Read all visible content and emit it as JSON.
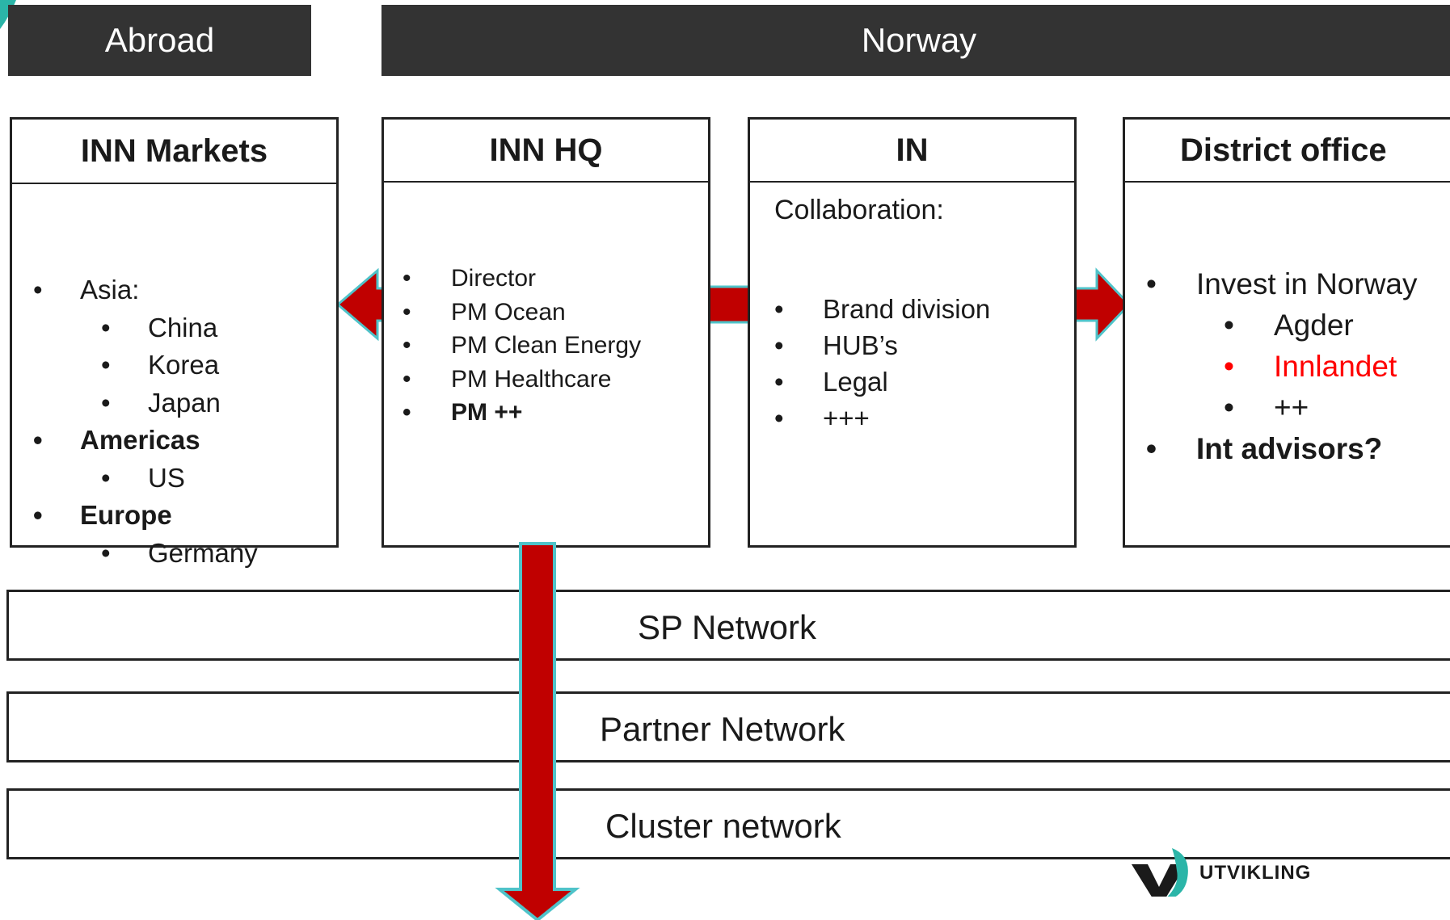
{
  "bands": {
    "abroad": "Abroad",
    "norway": "Norway"
  },
  "cards": {
    "markets": {
      "title": "INN Markets",
      "items": [
        {
          "text": "Asia:",
          "level": 0,
          "bold": false
        },
        {
          "text": "China",
          "level": 1,
          "bold": false
        },
        {
          "text": "Korea",
          "level": 1,
          "bold": false
        },
        {
          "text": "Japan",
          "level": 1,
          "bold": false
        },
        {
          "text": "Americas",
          "level": 0,
          "bold": true
        },
        {
          "text": "US",
          "level": 1,
          "bold": false
        },
        {
          "text": "Europe",
          "level": 0,
          "bold": true
        },
        {
          "text": "Germany",
          "level": 1,
          "bold": false
        }
      ]
    },
    "hq": {
      "title": "INN HQ",
      "items": [
        "Director",
        "PM Ocean",
        "PM Clean Energy",
        "PM Healthcare",
        "PM ++"
      ]
    },
    "in": {
      "title": "IN",
      "intro": "Collaboration:",
      "items": [
        "Brand division",
        "HUB’s",
        "Legal",
        "+++"
      ]
    },
    "district": {
      "title": "District office",
      "items": [
        {
          "text": "Invest in Norway",
          "level": 0,
          "bold": false
        },
        {
          "text": "Agder",
          "level": 1,
          "bold": false
        },
        {
          "text": "Innlandet",
          "level": 1,
          "bold": false,
          "red": true
        },
        {
          "text": "++",
          "level": 1,
          "bold": false
        },
        {
          "text": "Int advisors?",
          "level": 0,
          "bold": true
        }
      ]
    }
  },
  "networks": [
    "SP Network",
    "Partner Network",
    "Cluster network"
  ],
  "logo": {
    "text": "UTVIKLING"
  },
  "colors": {
    "band": "#333333",
    "arrow": "#c00000",
    "arrow_outline": "#4fc3c9",
    "highlight": "#ff0000",
    "logo": "#1a1a1a",
    "teal": "#2bb5a8"
  }
}
